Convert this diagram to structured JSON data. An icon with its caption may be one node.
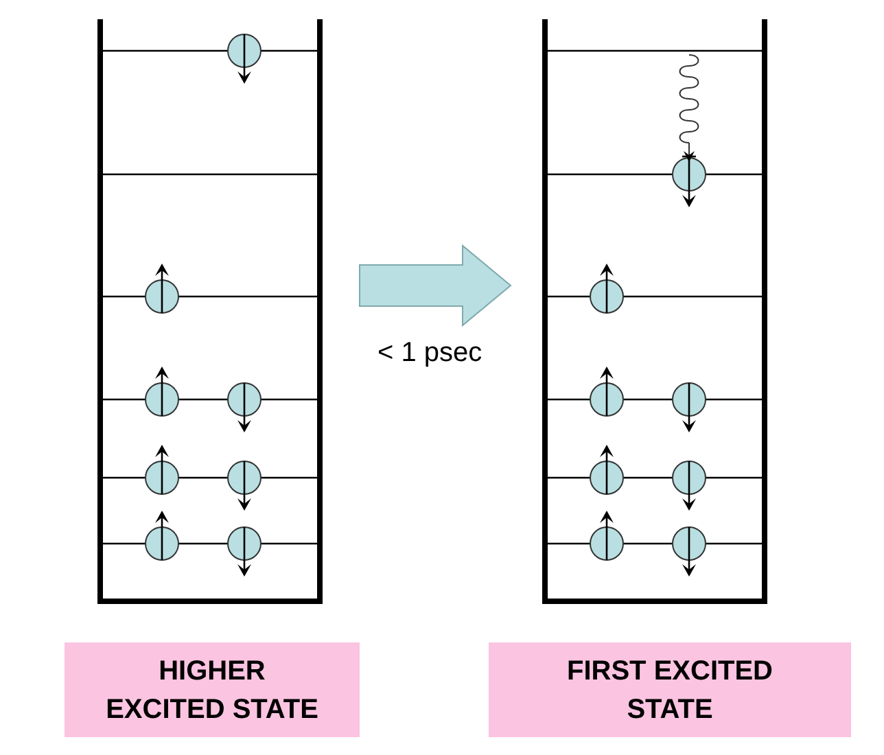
{
  "diagram": {
    "nodes": [
      {
        "text": [],
        "shape": "picture"
      },
      {
        "text": [],
        "shape": "picture"
      },
      {
        "text": [
          "HIGHER EXCITED STATE"
        ]
      },
      {
        "text": [
          "FIRST EXCITED STATE"
        ]
      }
    ],
    "edges": [
      {
        "from": 0,
        "to": 1,
        "arrow": "to",
        "label": "< 1 psec",
        "style": "thick"
      }
    ]
  }
}
